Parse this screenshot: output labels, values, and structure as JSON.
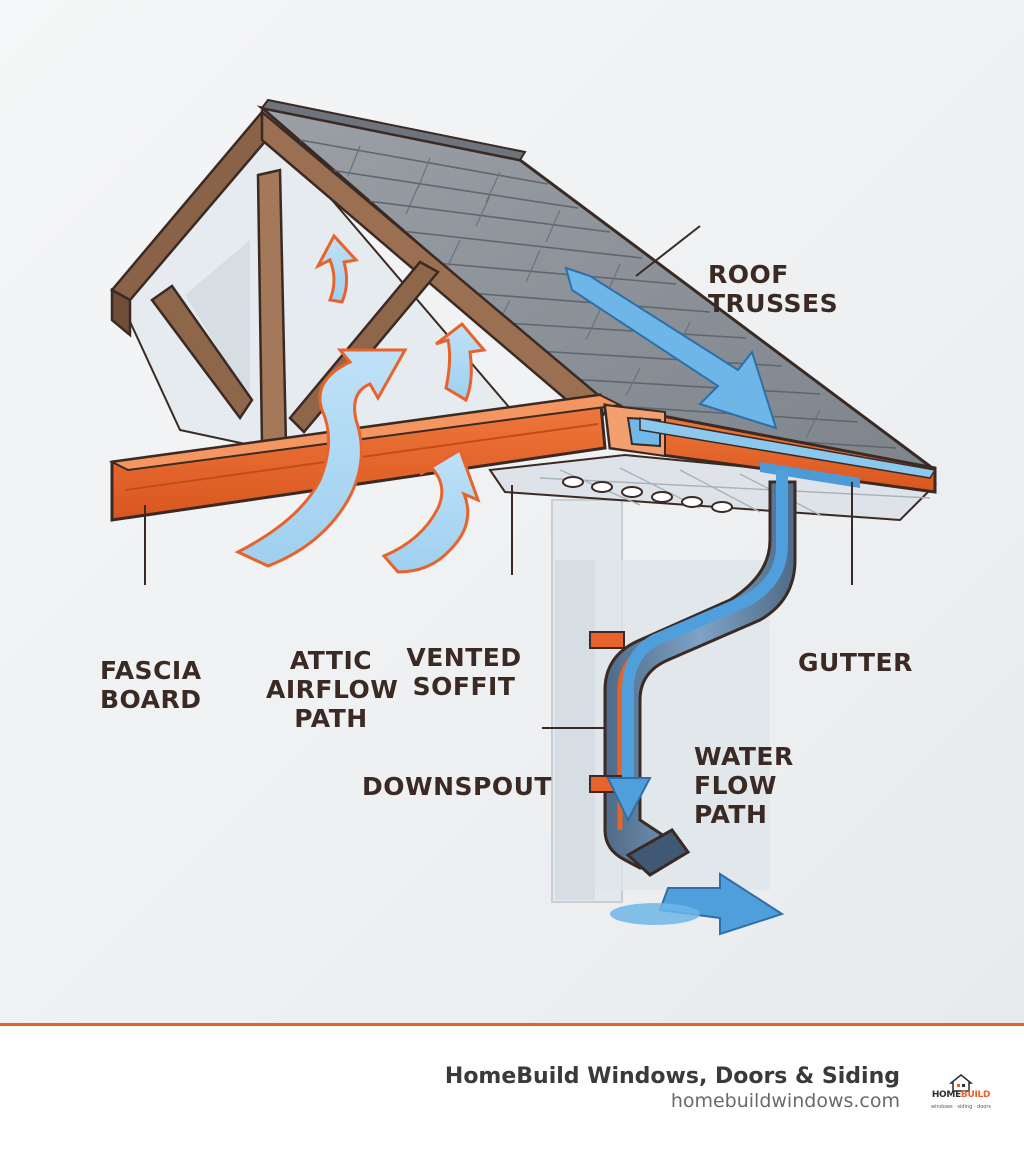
{
  "labels": {
    "roof_trusses": [
      "ROOF",
      "TRUSSES"
    ],
    "fascia_board": [
      "FASCIA",
      "BOARD"
    ],
    "attic_airflow_path": [
      "ATTIC",
      "AIRFLOW",
      "PATH"
    ],
    "vented_soffit": [
      "VENTED",
      "SOFFIT"
    ],
    "gutter": [
      "GUTTER"
    ],
    "downspout": [
      "DOWNSPOUT"
    ],
    "water_flow_path": [
      "WATER",
      "FLOW",
      "PATH"
    ]
  },
  "footer": {
    "company_name": "HomeBuild Windows, Doors & Siding",
    "url": "homebuildwindows.com",
    "logo_word_a": "HOME",
    "logo_word_b": "BUILD",
    "logo_tagline": "windows · siding · doors"
  },
  "colors": {
    "accent_orange": "#e8632b",
    "wood_brown": "#8a6247",
    "water_blue": "#5aa9e0",
    "shingle_gray": "#8c9197",
    "outline": "#3b2a24"
  }
}
